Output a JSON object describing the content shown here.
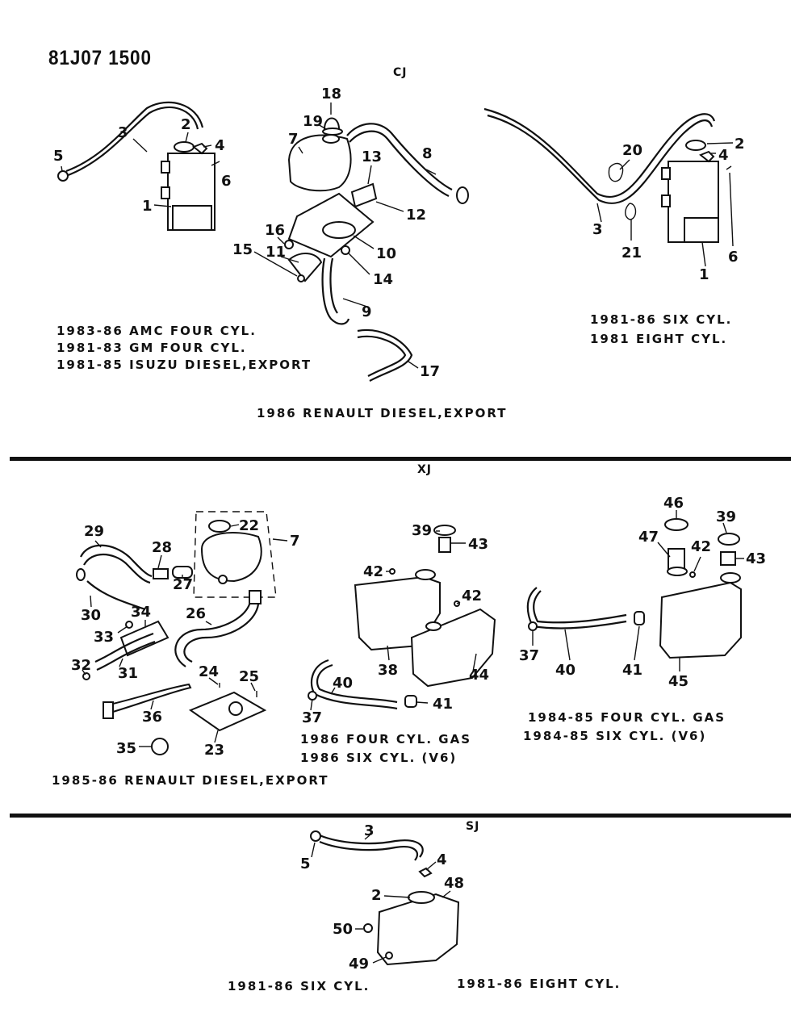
{
  "header": {
    "doc_id": "81J07 1500"
  },
  "sections": {
    "cj": {
      "label": "CJ"
    },
    "xj": {
      "label": "XJ"
    },
    "sj": {
      "label": "SJ"
    }
  },
  "captions": {
    "cj_left_1": "1983-86 AMC FOUR CYL.",
    "cj_left_2": "1981-83 GM FOUR CYL.",
    "cj_left_3": "1981-85 ISUZU DIESEL,EXPORT",
    "cj_mid": "1986 RENAULT DIESEL,EXPORT",
    "cj_right_1": "1981-86 SIX CYL.",
    "cj_right_2": "1981 EIGHT CYL.",
    "xj_left": "1985-86 RENAULT DIESEL,EXPORT",
    "xj_mid_1": "1986 FOUR CYL. GAS",
    "xj_mid_2": "1986 SIX CYL. (V6)",
    "xj_right_1": "1984-85 FOUR CYL. GAS",
    "xj_right_2": "1984-85 SIX CYL. (V6)",
    "sj_left": "1981-86 SIX CYL.",
    "sj_right": "1981-86 EIGHT CYL."
  },
  "callouts": {
    "cj_left": [
      "3",
      "2",
      "4",
      "5",
      "6",
      "1"
    ],
    "cj_mid": [
      "18",
      "19",
      "7",
      "8",
      "13",
      "12",
      "16",
      "10",
      "15",
      "11",
      "14",
      "9",
      "17"
    ],
    "cj_right": [
      "20",
      "2",
      "4",
      "3",
      "21",
      "6",
      "1"
    ],
    "xj_left": [
      "22",
      "7",
      "29",
      "28",
      "27",
      "26",
      "30",
      "34",
      "33",
      "32",
      "31",
      "24",
      "25",
      "36",
      "35",
      "23"
    ],
    "xj_mid": [
      "39",
      "43",
      "42",
      "42",
      "38",
      "44",
      "40",
      "41",
      "37"
    ],
    "xj_right": [
      "46",
      "39",
      "47",
      "42",
      "43",
      "37",
      "40",
      "41",
      "45"
    ],
    "sj": [
      "3",
      "4",
      "5",
      "2",
      "48",
      "50",
      "49"
    ]
  }
}
